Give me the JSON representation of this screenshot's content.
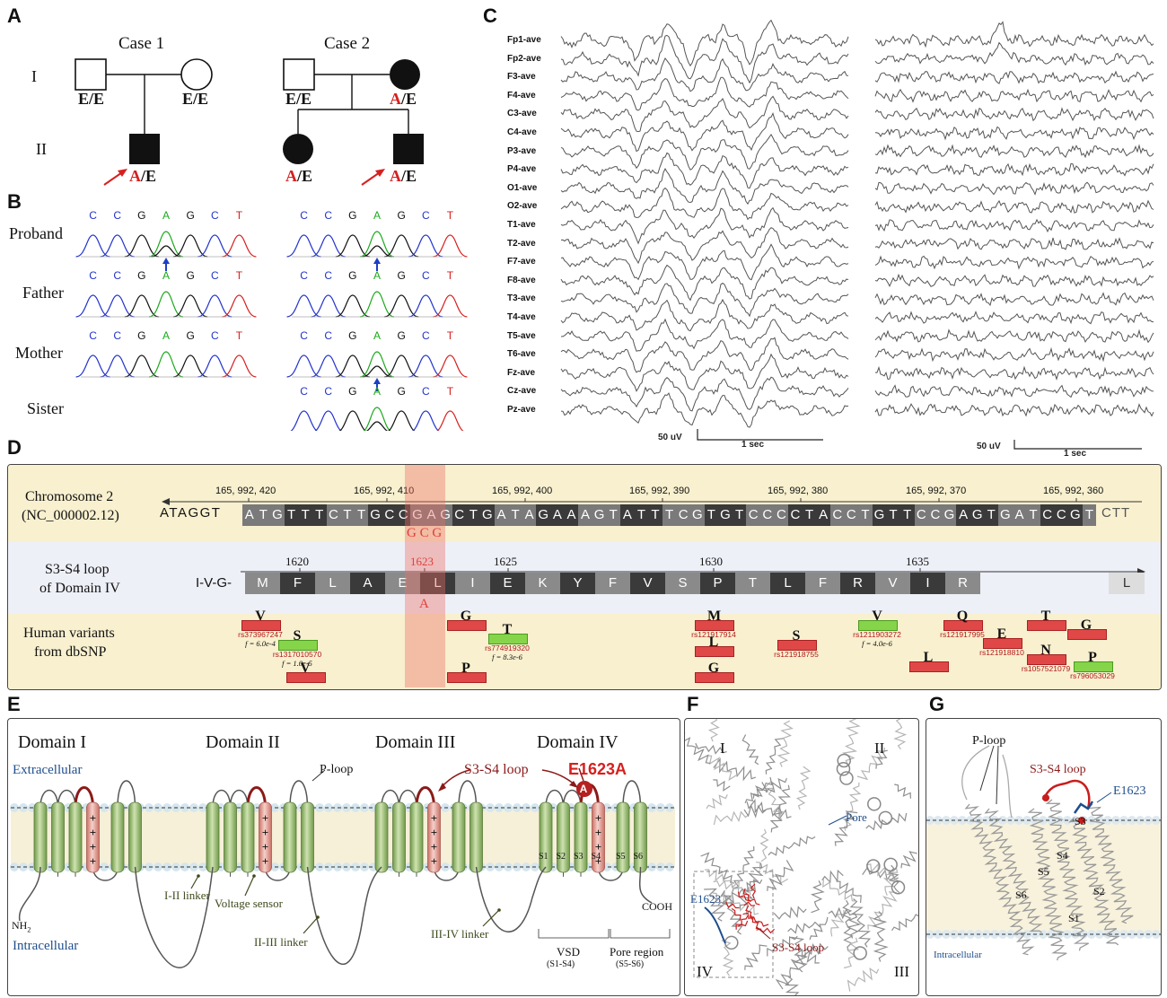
{
  "panels": {
    "A": "A",
    "B": "B",
    "C": "C",
    "D": "D",
    "E": "E",
    "F": "F",
    "G": "G"
  },
  "pedigree": {
    "case1_title": "Case 1",
    "case2_title": "Case 2",
    "gen_I": "I",
    "gen_II": "II",
    "genotype_normal": "E/E",
    "mut_allele": "A",
    "mut_rest": "/E"
  },
  "chromatograms": {
    "rows": [
      "Proband",
      "Father",
      "Mother",
      "Sister"
    ],
    "bases": [
      "C",
      "C",
      "G",
      "A",
      "G",
      "C",
      "T"
    ],
    "base_colors": {
      "C": "#2233cc",
      "G": "#111111",
      "A": "#1aa81a",
      "T": "#d62020"
    }
  },
  "eeg": {
    "channels": [
      "Fp1-ave",
      "Fp2-ave",
      "F3-ave",
      "F4-ave",
      "C3-ave",
      "C4-ave",
      "P3-ave",
      "P4-ave",
      "O1-ave",
      "O2-ave",
      "T1-ave",
      "T2-ave",
      "F7-ave",
      "F8-ave",
      "T3-ave",
      "T4-ave",
      "T5-ave",
      "T6-ave",
      "Fz-ave",
      "Cz-ave",
      "Pz-ave"
    ],
    "scale_amp": "50 uV",
    "scale_time": "1 sec"
  },
  "seq": {
    "chrom_label1": "Chromosome 2",
    "chrom_label2": "(NC_000002.12)",
    "prefix": "ATAGGT",
    "bases": "ATGTTTCTTGCCGAGCTGATAGAAAGTATTTCGTGTCCCCTACCTGTTCCGAGTGATCCGT",
    "suffix": "CTT",
    "positions": [
      "165, 992, 420",
      "165, 992, 410",
      "165, 992, 400",
      "165, 992, 390",
      "165, 992, 380",
      "165, 992, 370",
      "165, 992, 360"
    ],
    "mut_codon": "G C G",
    "loop_label1": "S3-S4 loop",
    "loop_label2": "of Domain IV",
    "aa_prefix": "I-V-G-",
    "aa": [
      "M",
      "F",
      "L",
      "A",
      "E",
      "L",
      "I",
      "E",
      "K",
      "Y",
      "F",
      "V",
      "S",
      "P",
      "T",
      "L",
      "F",
      "R",
      "V",
      "I",
      "R"
    ],
    "aa_suffix": "L",
    "aa_positions": [
      "1620",
      "1623",
      "1625",
      "1630",
      "1635"
    ],
    "mut_aa": "A",
    "var_label1": "Human variants",
    "var_label2": "from dbSNP",
    "variants": [
      {
        "aa": "V",
        "rs": "rs373967247",
        "f": "f = 6.0e-4",
        "type": "r"
      },
      {
        "aa": "S",
        "rs": "rs1317010570",
        "f": "f = 1.0e-5",
        "type": "g"
      },
      {
        "aa": "V",
        "rs": "",
        "f": "",
        "type": "r"
      },
      {
        "aa": "G",
        "rs": "",
        "f": "",
        "type": "r"
      },
      {
        "aa": "P",
        "rs": "",
        "f": "",
        "type": "r"
      },
      {
        "aa": "T",
        "rs": "rs774919320",
        "f": "f = 8.3e-6",
        "type": "g"
      },
      {
        "aa": "M",
        "rs": "rs121917914",
        "f": "",
        "type": "r"
      },
      {
        "aa": "L",
        "rs": "",
        "f": "",
        "type": "r"
      },
      {
        "aa": "G",
        "rs": "",
        "f": "",
        "type": "r"
      },
      {
        "aa": "S",
        "rs": "rs121918755",
        "f": "",
        "type": "r"
      },
      {
        "aa": "V",
        "rs": "rs1211903272",
        "f": "f = 4.0e-6",
        "type": "g"
      },
      {
        "aa": "L",
        "rs": "",
        "f": "",
        "type": "r"
      },
      {
        "aa": "Q",
        "rs": "rs121917995",
        "f": "",
        "type": "r"
      },
      {
        "aa": "E",
        "rs": "rs121918810",
        "f": "",
        "type": "r"
      },
      {
        "aa": "T",
        "rs": "",
        "f": "",
        "type": "r"
      },
      {
        "aa": "N",
        "rs": "rs1057521079",
        "f": "",
        "type": "r"
      },
      {
        "aa": "G",
        "rs": "",
        "f": "",
        "type": "r"
      },
      {
        "aa": "P",
        "rs": "rs796053029",
        "f": "",
        "type": "g"
      }
    ]
  },
  "topology": {
    "domains": [
      "Domain I",
      "Domain II",
      "Domain III",
      "Domain IV"
    ],
    "extracellular": "Extracellular",
    "intracellular": "Intracellular",
    "ploop": "P-loop",
    "s3s4": "S3-S4 loop",
    "mutation": "E1623A",
    "mut_circle": "A",
    "segments": [
      "S1",
      "S2",
      "S3",
      "S4",
      "S5",
      "S6"
    ],
    "nh2": "NH",
    "nh2_sub": "2",
    "cooh": "COOH",
    "linker12": "I-II linker",
    "voltage": "Voltage sensor",
    "linker23": "II-III linker",
    "linker34": "III-IV linker",
    "vsd": "VSD",
    "vsd_sub": "(S1-S4)",
    "pore": "Pore region",
    "pore_sub": "(S5-S6)",
    "plus": "+"
  },
  "struct_f": {
    "I": "I",
    "II": "II",
    "III": "III",
    "IV": "IV",
    "pore": "Pore",
    "e1623": "E1623",
    "s3s4": "S3-S4 loop"
  },
  "struct_g": {
    "ploop": "P-loop",
    "s3s4": "S3-S4 loop",
    "e1623": "E1623",
    "S6": "S6",
    "S5": "S5",
    "S4": "S4",
    "S3": "S3",
    "S2": "S2",
    "S1": "S1",
    "intracellular": "Intracellular"
  },
  "colors": {
    "red": "#d62020",
    "seq_dark": "#3a3a3a",
    "seq_light": "#808080",
    "highlight": "rgba(235,110,100,0.45)",
    "helix": "#8fb36a",
    "sensor": "#e39a92",
    "blue": "#1f4e8c"
  }
}
